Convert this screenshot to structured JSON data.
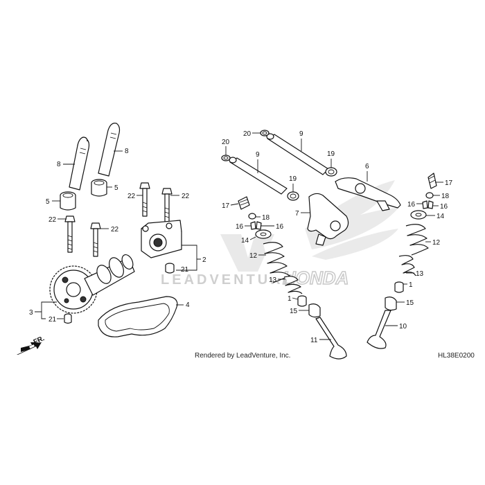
{
  "diagram_id": "HL38E0200",
  "rendered_by": "Rendered by LeadVenture, Inc.",
  "watermark": "LEADVENTURE",
  "direction": "FR.",
  "callouts": [
    {
      "id": "c1",
      "text": "8"
    },
    {
      "id": "c2",
      "text": "8"
    },
    {
      "id": "c3",
      "text": "5"
    },
    {
      "id": "c4",
      "text": "5"
    },
    {
      "id": "c5",
      "text": "22"
    },
    {
      "id": "c6",
      "text": "22"
    },
    {
      "id": "c7",
      "text": "22"
    },
    {
      "id": "c8",
      "text": "22"
    },
    {
      "id": "c9",
      "text": "2"
    },
    {
      "id": "c10",
      "text": "21"
    },
    {
      "id": "c11",
      "text": "3"
    },
    {
      "id": "c12",
      "text": "21"
    },
    {
      "id": "c13",
      "text": "4"
    },
    {
      "id": "c14",
      "text": "20"
    },
    {
      "id": "c15",
      "text": "20"
    },
    {
      "id": "c16",
      "text": "9"
    },
    {
      "id": "c17",
      "text": "9"
    },
    {
      "id": "c18",
      "text": "19"
    },
    {
      "id": "c19",
      "text": "19"
    },
    {
      "id": "c20",
      "text": "6"
    },
    {
      "id": "c21",
      "text": "7"
    },
    {
      "id": "c22",
      "text": "17"
    },
    {
      "id": "c23",
      "text": "18"
    },
    {
      "id": "c24",
      "text": "16"
    },
    {
      "id": "c25",
      "text": "16"
    },
    {
      "id": "c26",
      "text": "14"
    },
    {
      "id": "c27",
      "text": "12"
    },
    {
      "id": "c28",
      "text": "13"
    },
    {
      "id": "c29",
      "text": "1"
    },
    {
      "id": "c30",
      "text": "15"
    },
    {
      "id": "c31",
      "text": "11"
    },
    {
      "id": "c32",
      "text": "17"
    },
    {
      "id": "c33",
      "text": "18"
    },
    {
      "id": "c34",
      "text": "16"
    },
    {
      "id": "c35",
      "text": "16"
    },
    {
      "id": "c36",
      "text": "14"
    },
    {
      "id": "c37",
      "text": "12"
    },
    {
      "id": "c38",
      "text": "13"
    },
    {
      "id": "c39",
      "text": "1"
    },
    {
      "id": "c40",
      "text": "15"
    },
    {
      "id": "c41",
      "text": "10"
    }
  ]
}
